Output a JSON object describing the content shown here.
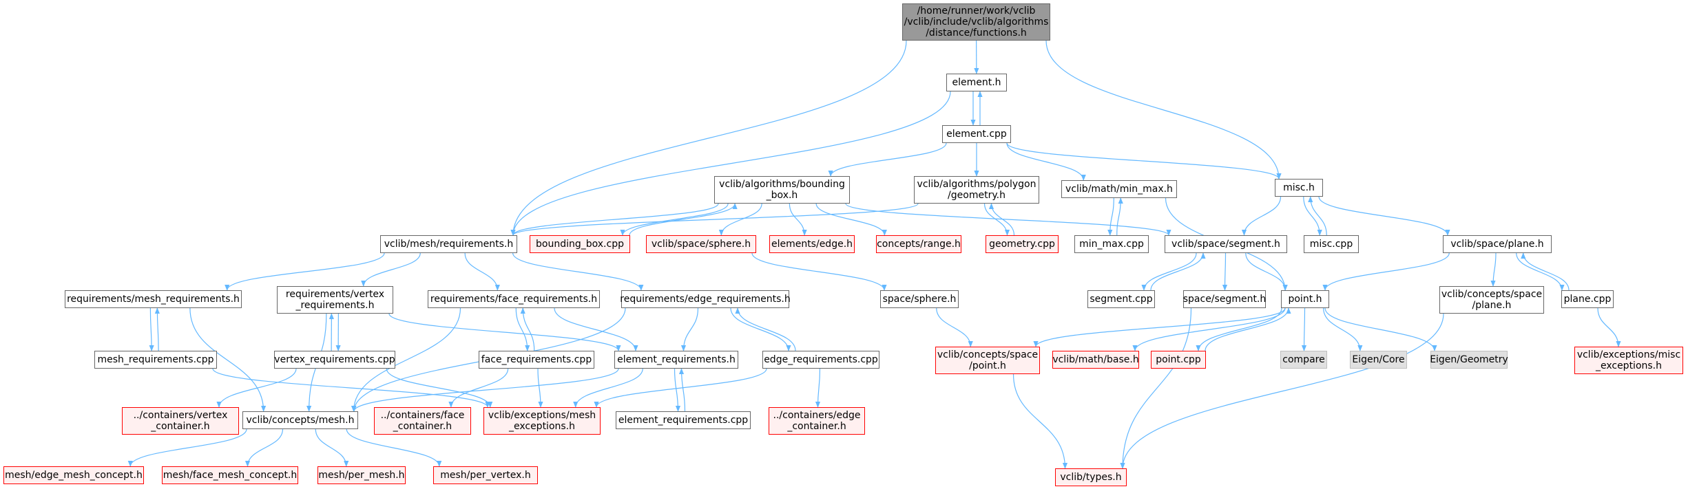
{
  "diagram": {
    "colors": {
      "edge": "#63b8ff",
      "node_border": "#666666",
      "missing_border": "#ff0000",
      "missing_fill": "#fff0f0",
      "external_fill": "#e0e0e0",
      "root_fill": "#999999"
    },
    "nodes": [
      {
        "id": "root",
        "label": "/home/runner/work/vclib\n/vclib/include/vclib/algorithms\n/distance/functions.h",
        "kind": "root"
      },
      {
        "id": "element_h",
        "label": "element.h",
        "kind": "normal"
      },
      {
        "id": "element_cpp",
        "label": "element.cpp",
        "kind": "normal"
      },
      {
        "id": "misc_h",
        "label": "misc.h",
        "kind": "normal"
      },
      {
        "id": "bbox_h",
        "label": "vclib/algorithms/bounding\n_box.h",
        "kind": "normal"
      },
      {
        "id": "poly_geom_h",
        "label": "vclib/algorithms/polygon\n/geometry.h",
        "kind": "normal"
      },
      {
        "id": "min_max_h",
        "label": "vclib/math/min_max.h",
        "kind": "normal"
      },
      {
        "id": "mesh_req_h",
        "label": "vclib/mesh/requirements.h",
        "kind": "normal"
      },
      {
        "id": "bbox_cpp",
        "label": "bounding_box.cpp",
        "kind": "missing"
      },
      {
        "id": "space_sphere_h",
        "label": "vclib/space/sphere.h",
        "kind": "missing"
      },
      {
        "id": "elements_edge_h",
        "label": "elements/edge.h",
        "kind": "missing"
      },
      {
        "id": "concepts_range_h",
        "label": "concepts/range.h",
        "kind": "missing"
      },
      {
        "id": "geometry_cpp",
        "label": "geometry.cpp",
        "kind": "missing"
      },
      {
        "id": "min_max_cpp",
        "label": "min_max.cpp",
        "kind": "normal"
      },
      {
        "id": "space_segment_h",
        "label": "vclib/space/segment.h",
        "kind": "normal"
      },
      {
        "id": "misc_cpp",
        "label": "misc.cpp",
        "kind": "normal"
      },
      {
        "id": "space_plane_h",
        "label": "vclib/space/plane.h",
        "kind": "normal"
      },
      {
        "id": "req_mesh_req_h",
        "label": "requirements/mesh_requirements.h",
        "kind": "normal"
      },
      {
        "id": "req_vertex_req_h",
        "label": "requirements/vertex\n_requirements.h",
        "kind": "normal"
      },
      {
        "id": "req_face_req_h",
        "label": "requirements/face_requirements.h",
        "kind": "normal"
      },
      {
        "id": "req_edge_req_h",
        "label": "requirements/edge_requirements.h",
        "kind": "normal"
      },
      {
        "id": "sphere_h",
        "label": "space/sphere.h",
        "kind": "normal"
      },
      {
        "id": "segment_cpp",
        "label": "segment.cpp",
        "kind": "normal"
      },
      {
        "id": "seg_h",
        "label": "space/segment.h",
        "kind": "normal"
      },
      {
        "id": "point_h",
        "label": "point.h",
        "kind": "normal"
      },
      {
        "id": "concepts_space_plane_h",
        "label": "vclib/concepts/space\n/plane.h",
        "kind": "normal"
      },
      {
        "id": "plane_cpp",
        "label": "plane.cpp",
        "kind": "normal"
      },
      {
        "id": "mesh_req_cpp",
        "label": "mesh_requirements.cpp",
        "kind": "normal"
      },
      {
        "id": "vertex_req_cpp",
        "label": "vertex_requirements.cpp",
        "kind": "normal"
      },
      {
        "id": "face_req_cpp",
        "label": "face_requirements.cpp",
        "kind": "normal"
      },
      {
        "id": "element_req_h",
        "label": "element_requirements.h",
        "kind": "normal"
      },
      {
        "id": "edge_req_cpp",
        "label": "edge_requirements.cpp",
        "kind": "normal"
      },
      {
        "id": "concepts_space_point_h",
        "label": "vclib/concepts/space\n/point.h",
        "kind": "missing"
      },
      {
        "id": "math_base_h",
        "label": "vclib/math/base.h",
        "kind": "missing"
      },
      {
        "id": "point_cpp",
        "label": "point.cpp",
        "kind": "missing"
      },
      {
        "id": "compare",
        "label": "compare",
        "kind": "external"
      },
      {
        "id": "eigen_core",
        "label": "Eigen/Core",
        "kind": "external"
      },
      {
        "id": "eigen_geometry",
        "label": "Eigen/Geometry",
        "kind": "external"
      },
      {
        "id": "exc_misc_h",
        "label": "vclib/exceptions/misc\n_exceptions.h",
        "kind": "missing"
      },
      {
        "id": "cont_vertex_h",
        "label": "../containers/vertex\n_container.h",
        "kind": "missing"
      },
      {
        "id": "concepts_mesh_h",
        "label": "vclib/concepts/mesh.h",
        "kind": "normal"
      },
      {
        "id": "cont_face_h",
        "label": "../containers/face\n_container.h",
        "kind": "missing"
      },
      {
        "id": "exc_mesh_h",
        "label": "vclib/exceptions/mesh\n_exceptions.h",
        "kind": "missing"
      },
      {
        "id": "element_req_cpp",
        "label": "element_requirements.cpp",
        "kind": "normal"
      },
      {
        "id": "cont_edge_h",
        "label": "../containers/edge\n_container.h",
        "kind": "missing"
      },
      {
        "id": "types_h",
        "label": "vclib/types.h",
        "kind": "missing"
      },
      {
        "id": "edge_mesh_concept_h",
        "label": "mesh/edge_mesh_concept.h",
        "kind": "missing"
      },
      {
        "id": "face_mesh_concept_h",
        "label": "mesh/face_mesh_concept.h",
        "kind": "missing"
      },
      {
        "id": "per_mesh_h",
        "label": "mesh/per_mesh.h",
        "kind": "missing"
      },
      {
        "id": "per_vertex_h",
        "label": "mesh/per_vertex.h",
        "kind": "missing"
      }
    ],
    "edges": [
      [
        "root",
        "element_h"
      ],
      [
        "root",
        "misc_h"
      ],
      [
        "root",
        "mesh_req_h"
      ],
      [
        "element_h",
        "element_cpp"
      ],
      [
        "element_cpp",
        "element_h"
      ],
      [
        "element_h",
        "mesh_req_h"
      ],
      [
        "element_cpp",
        "bbox_h"
      ],
      [
        "element_cpp",
        "poly_geom_h"
      ],
      [
        "element_cpp",
        "min_max_h"
      ],
      [
        "element_cpp",
        "misc_h"
      ],
      [
        "bbox_h",
        "mesh_req_h"
      ],
      [
        "bbox_h",
        "bbox_cpp"
      ],
      [
        "bbox_cpp",
        "bbox_h"
      ],
      [
        "bbox_h",
        "space_sphere_h"
      ],
      [
        "bbox_h",
        "elements_edge_h"
      ],
      [
        "bbox_h",
        "concepts_range_h"
      ],
      [
        "bbox_h",
        "space_segment_h"
      ],
      [
        "poly_geom_h",
        "mesh_req_h"
      ],
      [
        "poly_geom_h",
        "geometry_cpp"
      ],
      [
        "geometry_cpp",
        "poly_geom_h"
      ],
      [
        "min_max_h",
        "min_max_cpp"
      ],
      [
        "min_max_cpp",
        "min_max_h"
      ],
      [
        "min_max_h",
        "point_h"
      ],
      [
        "misc_h",
        "space_segment_h"
      ],
      [
        "misc_h",
        "misc_cpp"
      ],
      [
        "misc_cpp",
        "misc_h"
      ],
      [
        "misc_h",
        "space_plane_h"
      ],
      [
        "mesh_req_h",
        "req_mesh_req_h"
      ],
      [
        "mesh_req_h",
        "req_vertex_req_h"
      ],
      [
        "mesh_req_h",
        "req_face_req_h"
      ],
      [
        "mesh_req_h",
        "req_edge_req_h"
      ],
      [
        "space_sphere_h",
        "sphere_h"
      ],
      [
        "sphere_h",
        "concepts_space_point_h"
      ],
      [
        "space_segment_h",
        "segment_cpp"
      ],
      [
        "segment_cpp",
        "space_segment_h"
      ],
      [
        "space_segment_h",
        "seg_h"
      ],
      [
        "space_segment_h",
        "point_h"
      ],
      [
        "seg_h",
        "types_h"
      ],
      [
        "space_plane_h",
        "point_h"
      ],
      [
        "space_plane_h",
        "concepts_space_plane_h"
      ],
      [
        "space_plane_h",
        "plane_cpp"
      ],
      [
        "plane_cpp",
        "space_plane_h"
      ],
      [
        "plane_cpp",
        "exc_misc_h"
      ],
      [
        "concepts_space_plane_h",
        "types_h"
      ],
      [
        "point_h",
        "concepts_space_point_h"
      ],
      [
        "point_h",
        "math_base_h"
      ],
      [
        "point_h",
        "point_cpp"
      ],
      [
        "point_cpp",
        "point_h"
      ],
      [
        "point_h",
        "compare"
      ],
      [
        "point_h",
        "eigen_core"
      ],
      [
        "point_h",
        "eigen_geometry"
      ],
      [
        "concepts_space_point_h",
        "types_h"
      ],
      [
        "req_mesh_req_h",
        "mesh_req_cpp"
      ],
      [
        "mesh_req_cpp",
        "req_mesh_req_h"
      ],
      [
        "req_mesh_req_h",
        "concepts_mesh_h"
      ],
      [
        "mesh_req_cpp",
        "exc_mesh_h"
      ],
      [
        "req_vertex_req_h",
        "vertex_req_cpp"
      ],
      [
        "vertex_req_cpp",
        "req_vertex_req_h"
      ],
      [
        "req_vertex_req_h",
        "concepts_mesh_h"
      ],
      [
        "req_vertex_req_h",
        "element_req_h"
      ],
      [
        "vertex_req_cpp",
        "cont_vertex_h"
      ],
      [
        "vertex_req_cpp",
        "exc_mesh_h"
      ],
      [
        "req_face_req_h",
        "face_req_cpp"
      ],
      [
        "face_req_cpp",
        "req_face_req_h"
      ],
      [
        "req_face_req_h",
        "element_req_h"
      ],
      [
        "req_face_req_h",
        "concepts_mesh_h"
      ],
      [
        "face_req_cpp",
        "cont_face_h"
      ],
      [
        "face_req_cpp",
        "exc_mesh_h"
      ],
      [
        "req_edge_req_h",
        "edge_req_cpp"
      ],
      [
        "edge_req_cpp",
        "req_edge_req_h"
      ],
      [
        "req_edge_req_h",
        "element_req_h"
      ],
      [
        "req_edge_req_h",
        "concepts_mesh_h"
      ],
      [
        "edge_req_cpp",
        "cont_edge_h"
      ],
      [
        "edge_req_cpp",
        "exc_mesh_h"
      ],
      [
        "element_req_h",
        "element_req_cpp"
      ],
      [
        "element_req_cpp",
        "element_req_h"
      ],
      [
        "element_req_h",
        "concepts_mesh_h"
      ],
      [
        "element_req_h",
        "exc_mesh_h"
      ],
      [
        "concepts_mesh_h",
        "edge_mesh_concept_h"
      ],
      [
        "concepts_mesh_h",
        "face_mesh_concept_h"
      ],
      [
        "concepts_mesh_h",
        "per_mesh_h"
      ],
      [
        "concepts_mesh_h",
        "per_vertex_h"
      ]
    ]
  }
}
